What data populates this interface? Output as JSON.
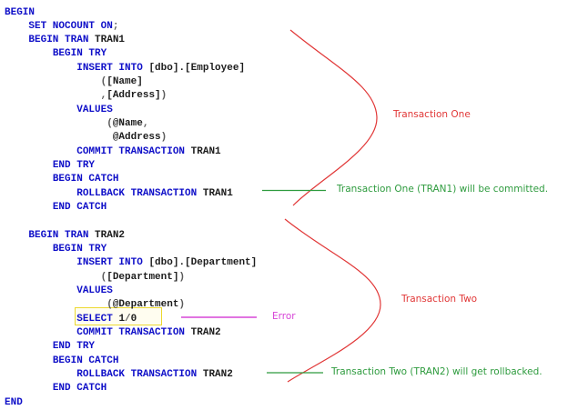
{
  "colors": {
    "keyword": "#0f0fc8",
    "identifier": "#1c1c1c",
    "gray": "#5a5a5a",
    "red": "#e13737",
    "green": "#2e9b3e",
    "magenta": "#d746d7",
    "highlight_yellow": "#ecd92f"
  },
  "code": {
    "language": "T-SQL",
    "lines": [
      {
        "indent": 0,
        "segments": [
          {
            "type": "kw",
            "text": "BEGIN"
          }
        ]
      },
      {
        "indent": 4,
        "segments": [
          {
            "type": "kw",
            "text": "SET NOCOUNT ON"
          },
          {
            "type": "gr",
            "text": ";"
          }
        ]
      },
      {
        "indent": 4,
        "segments": [
          {
            "type": "kw",
            "text": "BEGIN TRAN "
          },
          {
            "type": "id",
            "text": "TRAN1"
          }
        ]
      },
      {
        "indent": 8,
        "segments": [
          {
            "type": "kw",
            "text": "BEGIN TRY"
          }
        ]
      },
      {
        "indent": 12,
        "segments": [
          {
            "type": "kw",
            "text": "INSERT INTO "
          },
          {
            "type": "id",
            "text": "[dbo].[Employee]"
          }
        ]
      },
      {
        "indent": 16,
        "segments": [
          {
            "type": "gr",
            "text": "("
          },
          {
            "type": "id",
            "text": "[Name]"
          }
        ]
      },
      {
        "indent": 16,
        "segments": [
          {
            "type": "gr",
            "text": ","
          },
          {
            "type": "id",
            "text": "[Address]"
          },
          {
            "type": "gr",
            "text": ")"
          }
        ]
      },
      {
        "indent": 12,
        "segments": [
          {
            "type": "kw",
            "text": "VALUES"
          }
        ]
      },
      {
        "indent": 17,
        "segments": [
          {
            "type": "gr",
            "text": "("
          },
          {
            "type": "id",
            "text": "@Name"
          },
          {
            "type": "gr",
            "text": ","
          }
        ]
      },
      {
        "indent": 18,
        "segments": [
          {
            "type": "id",
            "text": "@Address"
          },
          {
            "type": "gr",
            "text": ")"
          }
        ]
      },
      {
        "indent": 12,
        "segments": [
          {
            "type": "kw",
            "text": "COMMIT TRANSACTION "
          },
          {
            "type": "id",
            "text": "TRAN1"
          }
        ]
      },
      {
        "indent": 8,
        "segments": [
          {
            "type": "kw",
            "text": "END TRY"
          }
        ]
      },
      {
        "indent": 8,
        "segments": [
          {
            "type": "kw",
            "text": "BEGIN CATCH"
          }
        ]
      },
      {
        "indent": 12,
        "segments": [
          {
            "type": "kw",
            "text": "ROLLBACK TRANSACTION "
          },
          {
            "type": "id",
            "text": "TRAN1"
          }
        ]
      },
      {
        "indent": 8,
        "segments": [
          {
            "type": "kw",
            "text": "END CATCH"
          }
        ]
      },
      {
        "indent": 0,
        "segments": []
      },
      {
        "indent": 4,
        "segments": [
          {
            "type": "kw",
            "text": "BEGIN TRAN "
          },
          {
            "type": "id",
            "text": "TRAN2"
          }
        ]
      },
      {
        "indent": 8,
        "segments": [
          {
            "type": "kw",
            "text": "BEGIN TRY"
          }
        ]
      },
      {
        "indent": 12,
        "segments": [
          {
            "type": "kw",
            "text": "INSERT INTO "
          },
          {
            "type": "id",
            "text": "[dbo].[Department]"
          }
        ]
      },
      {
        "indent": 16,
        "segments": [
          {
            "type": "gr",
            "text": "("
          },
          {
            "type": "id",
            "text": "[Department]"
          },
          {
            "type": "gr",
            "text": ")"
          }
        ]
      },
      {
        "indent": 12,
        "segments": [
          {
            "type": "kw",
            "text": "VALUES"
          }
        ]
      },
      {
        "indent": 17,
        "segments": [
          {
            "type": "gr",
            "text": "("
          },
          {
            "type": "id",
            "text": "@Department"
          },
          {
            "type": "gr",
            "text": ")"
          }
        ]
      },
      {
        "indent": 12,
        "segments": [
          {
            "type": "kw",
            "text": "SELECT "
          },
          {
            "type": "id",
            "text": "1"
          },
          {
            "type": "gr",
            "text": "/"
          },
          {
            "type": "id",
            "text": "0"
          }
        ],
        "highlighted": true
      },
      {
        "indent": 12,
        "segments": [
          {
            "type": "kw",
            "text": "COMMIT TRANSACTION "
          },
          {
            "type": "id",
            "text": "TRAN2"
          }
        ]
      },
      {
        "indent": 8,
        "segments": [
          {
            "type": "kw",
            "text": "END TRY"
          }
        ]
      },
      {
        "indent": 8,
        "segments": [
          {
            "type": "kw",
            "text": "BEGIN CATCH"
          }
        ]
      },
      {
        "indent": 12,
        "segments": [
          {
            "type": "kw",
            "text": "ROLLBACK TRANSACTION "
          },
          {
            "type": "id",
            "text": "TRAN2"
          }
        ]
      },
      {
        "indent": 8,
        "segments": [
          {
            "type": "kw",
            "text": "END CATCH"
          }
        ]
      },
      {
        "indent": 0,
        "segments": [
          {
            "type": "kw",
            "text": "END"
          }
        ]
      }
    ]
  },
  "annotations": {
    "transaction_one": {
      "label": "Transaction One"
    },
    "transaction_two": {
      "label": "Transaction Two"
    },
    "note_committed": {
      "text": "Transaction One (TRAN1) will be committed."
    },
    "note_rollback": {
      "text": "Transaction Two (TRAN2) will get rollbacked."
    },
    "error_label": {
      "text": "Error"
    }
  }
}
